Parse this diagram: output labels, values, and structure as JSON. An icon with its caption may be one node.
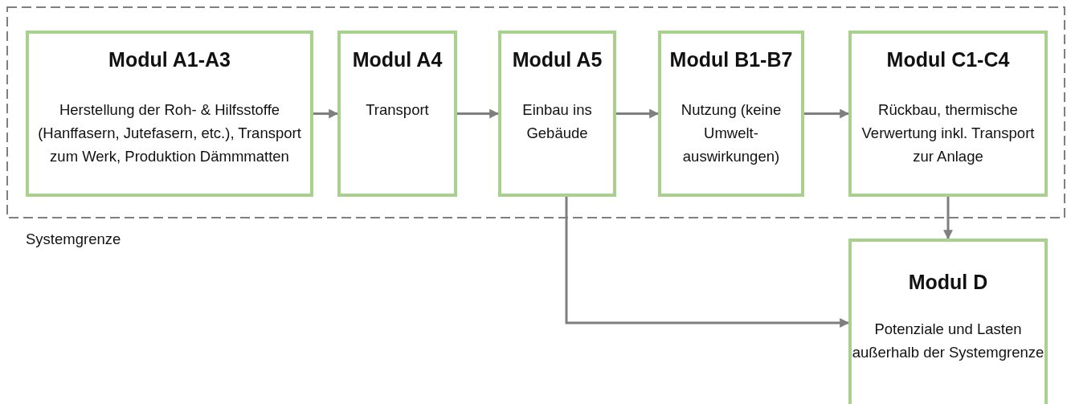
{
  "diagram": {
    "nodes": [
      {
        "text": [
          "Systemgrenze"
        ]
      },
      {
        "text": [
          "Modul A1-A3",
          "Herstellung der Roh- & Hilfsstoffe (Hanffasern, Jutefasern, etc.), Transport zum Werk, Produktion Dämmmatten"
        ],
        "in": 0
      },
      {
        "text": [
          "Modul A4",
          "Transport"
        ],
        "in": 0
      },
      {
        "text": [
          "Modul A5",
          "Einbau ins Gebäude"
        ],
        "in": 0
      },
      {
        "text": [
          "Modul B1-B7",
          "Nutzung (keine Umwelt-auswirkungen)"
        ],
        "in": 0
      },
      {
        "text": [
          "Modul C1-C4",
          "Rückbau, thermische Verwertung inkl. Transport zur Anlage"
        ],
        "in": 0
      },
      {
        "text": [
          "Modul D",
          "Potenziale und Lasten außerhalb der Systemgrenze"
        ]
      }
    ],
    "edges": [
      {
        "from": 1,
        "to": 2,
        "arrow": "to"
      },
      {
        "from": 2,
        "to": 3,
        "arrow": "to"
      },
      {
        "from": 3,
        "to": 4,
        "arrow": "to"
      },
      {
        "from": 4,
        "to": 5,
        "arrow": "to"
      },
      {
        "from": 3,
        "to": 6,
        "arrow": "to"
      },
      {
        "from": 5,
        "to": 6,
        "arrow": "to"
      }
    ]
  }
}
